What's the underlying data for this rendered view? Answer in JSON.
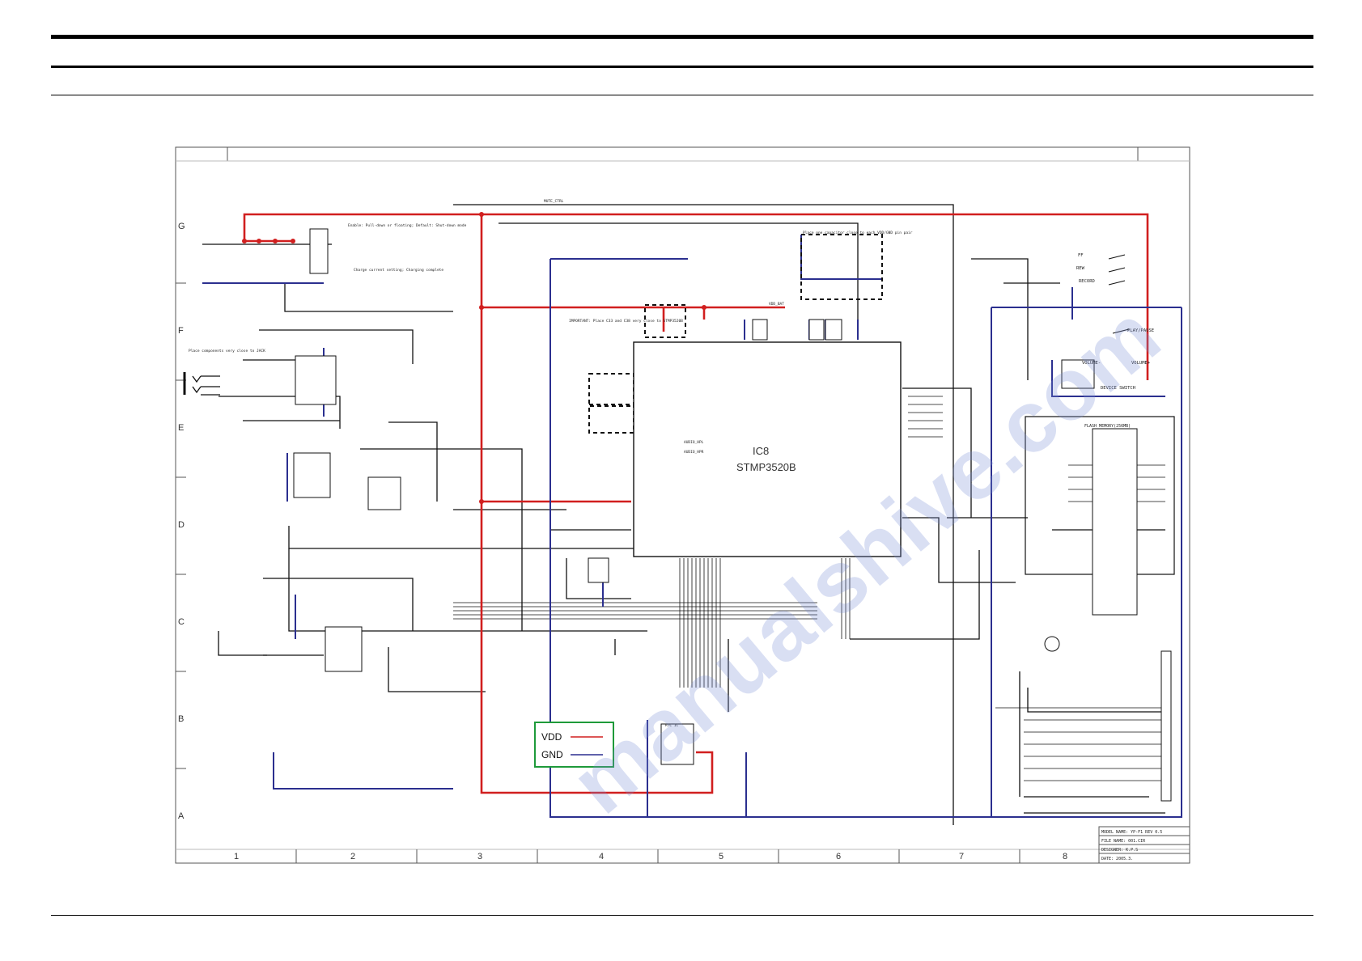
{
  "colors": {
    "vdd": "#d11f1f",
    "gnd": "#2b2f8f",
    "wire": "#111111",
    "legend_border": "#1e9a3a",
    "watermark": "#7a8fd6"
  },
  "schematic": {
    "main_ic": {
      "ref": "IC8",
      "part": "STMP3520B"
    },
    "flash": {
      "title": "FLASH MEMORY(256MB)"
    },
    "blocks": {
      "rtc": "RTC IC",
      "dc_switch": "DEVICE SWITCH",
      "vol_minus": "VOLUME-",
      "vol_plus": "VOLUME+",
      "play": "PLAY/PAUSE",
      "ff": "FF",
      "rew": "REW",
      "record": "RECORD",
      "mute": "MUTE_CTRL",
      "vddd": "VDD_BAT",
      "audio_l": "AUDIO_HPL",
      "audio_r": "AUDIO_HPR",
      "note1": "Place components very close to JACK",
      "note2": "IMPORTANT: Place C33 and C38 very close to STMP3520B",
      "note3": "Place one capacitor close to each VDD/GND pin pair",
      "note4": "Enable: Pull-down or floating; Default: Shut-down mode",
      "note5": "Charge current setting; Charging complete"
    },
    "row_labels": [
      "G",
      "F",
      "E",
      "D",
      "C",
      "B",
      "A"
    ],
    "col_labels": [
      "1",
      "2",
      "3",
      "4",
      "5",
      "6",
      "7",
      "8"
    ],
    "title_block": {
      "model": "MODEL NAME: YP-F1 REV 0.5",
      "file": "FILE NAME: 001.CIR",
      "designer": "DESIGNER: K.P.S",
      "date": "DATE: 2005.3."
    }
  },
  "legend": {
    "vdd_label": "VDD",
    "gnd_label": "GND"
  },
  "watermark": "manualshive.com"
}
